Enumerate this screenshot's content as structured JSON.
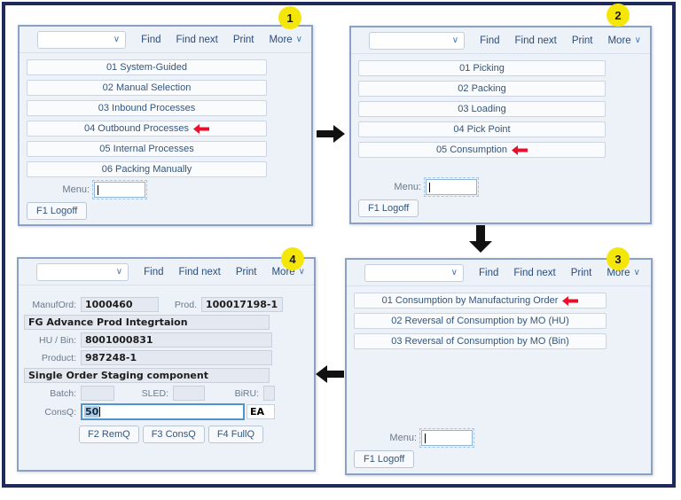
{
  "colors": {
    "outer_border": "#1e2a5c",
    "panel_border": "#8aa1c4",
    "panel_bg": "#edf1f8",
    "step_badge_bg": "#f5e60a",
    "red_arrow": "#e8112d",
    "flow_arrow": "#111111",
    "link_text": "#2b4d7b"
  },
  "icons": {
    "chevron_down": "∨"
  },
  "toolbar": {
    "find": "Find",
    "find_next": "Find next",
    "print": "Print",
    "more": "More"
  },
  "panel1": {
    "step": "1",
    "items": [
      "01 System-Guided",
      "02 Manual Selection",
      "03 Inbound Processes",
      "04 Outbound Processes",
      "05 Internal Processes",
      "06 Packing Manually"
    ],
    "selected_item": "04 Outbound Processes",
    "menu_label": "Menu:",
    "logoff": "F1 Logoff"
  },
  "panel2": {
    "step": "2",
    "items": [
      "01 Picking",
      "02 Packing",
      "03 Loading",
      "04 Pick Point",
      "05 Consumption"
    ],
    "selected_item": "05 Consumption",
    "menu_label": "Menu:",
    "logoff": "F1 Logoff"
  },
  "panel3": {
    "step": "3",
    "items": [
      "01 Consumption by Manufacturing Order",
      "02 Reversal of Consumption by MO (HU)",
      "03 Reversal of Consumption by MO (Bin)"
    ],
    "selected_item": "01 Consumption by Manufacturing Order",
    "menu_label": "Menu:",
    "logoff": "F1 Logoff"
  },
  "panel4": {
    "step": "4",
    "fields": {
      "manuford_label": "ManufOrd:",
      "manuford_value": "1000460",
      "prod_label": "Prod.",
      "prod_value": "100017198-1",
      "description1": "FG Advance Prod Integrtaion",
      "hubin_label": "HU / Bin:",
      "hubin_value": "8001000831",
      "product_label": "Product:",
      "product_value": "987248-1",
      "description2": "Single Order Staging component",
      "batch_label": "Batch:",
      "sled_label": "SLED:",
      "biru_label": "BiRU:",
      "consq_label": "ConsQ:",
      "consq_value": "50",
      "unit_value": "EA"
    },
    "buttons": [
      "F2 RemQ",
      "F3 ConsQ",
      "F4 FullQ"
    ]
  }
}
